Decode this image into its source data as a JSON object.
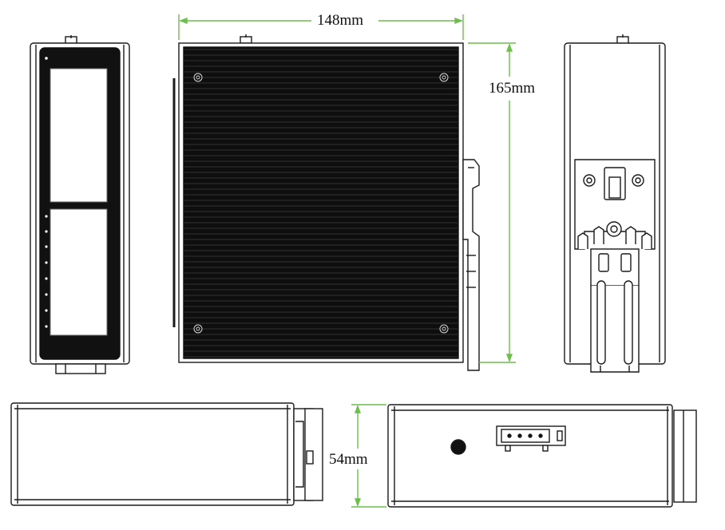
{
  "dimensions": {
    "width": "148mm",
    "height": "165mm",
    "depth": "54mm"
  },
  "colors": {
    "dimension_line": "#6cbf4a",
    "outline": "#1a1a1a",
    "panel": "#111111",
    "background": "#ffffff"
  }
}
